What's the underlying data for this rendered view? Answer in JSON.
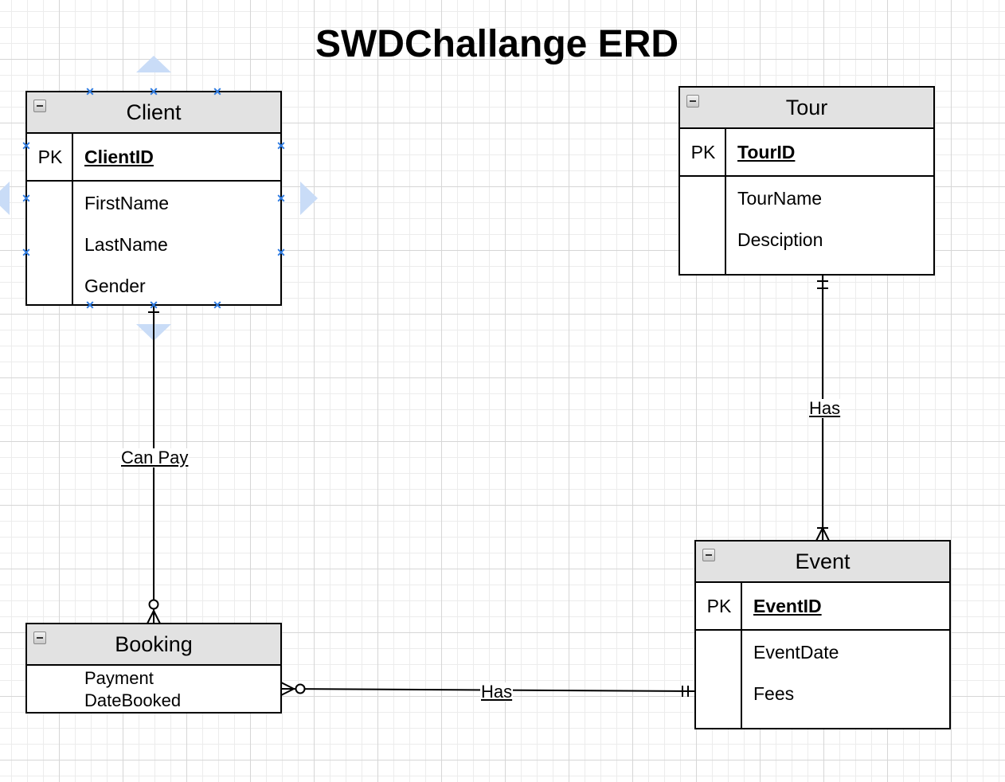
{
  "diagram": {
    "title": "SWDChallange ERD"
  },
  "entities": {
    "client": {
      "name": "Client",
      "pk_label": "PK",
      "pk_field": "ClientID",
      "attributes": [
        "FirstName",
        "LastName",
        "Gender"
      ]
    },
    "tour": {
      "name": "Tour",
      "pk_label": "PK",
      "pk_field": "TourID",
      "attributes": [
        "TourName",
        "Desciption"
      ]
    },
    "event": {
      "name": "Event",
      "pk_label": "PK",
      "pk_field": "EventID",
      "attributes": [
        "EventDate",
        "Fees"
      ]
    },
    "booking": {
      "name": "Booking",
      "attributes": [
        "Payment",
        "DateBooked"
      ]
    }
  },
  "relationships": {
    "client_booking": {
      "label": "Can Pay",
      "from": "Client",
      "to": "Booking",
      "from_cardinality": "one",
      "to_cardinality": "zero-or-many"
    },
    "tour_event": {
      "label": "Has",
      "from": "Tour",
      "to": "Event",
      "from_cardinality": "one-and-only-one",
      "to_cardinality": "one-or-many"
    },
    "booking_event": {
      "label": "Has",
      "from": "Booking",
      "to": "Event",
      "from_cardinality": "zero-or-many",
      "to_cardinality": "one-and-only-one"
    }
  },
  "selection": {
    "selected_entity": "Client",
    "handle_color": "#2f7be0",
    "hint_color": "#c9dcf7"
  }
}
